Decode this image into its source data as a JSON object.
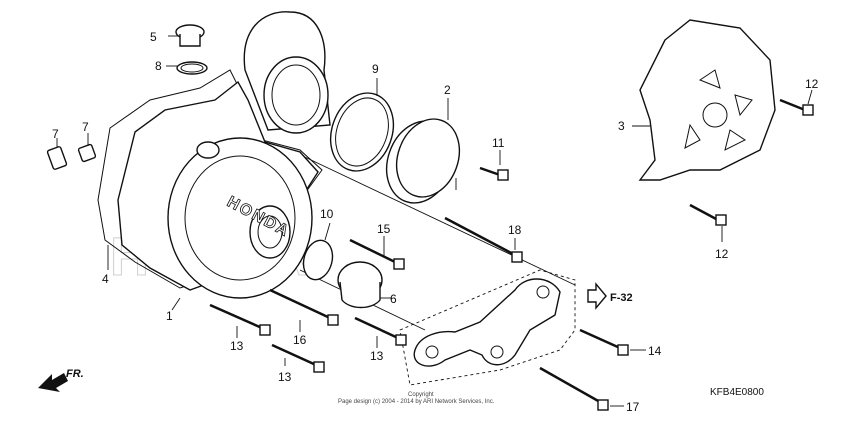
{
  "labels": {
    "p1": "1",
    "p2": "2",
    "p3": "3",
    "p4": "4",
    "p5": "5",
    "p6": "6",
    "p7a": "7",
    "p7b": "7",
    "p8": "8",
    "p9": "9",
    "p10": "10",
    "p11": "11",
    "p12a": "12",
    "p12b": "12",
    "p13a": "13",
    "p13b": "13",
    "p13c": "13",
    "p14": "14",
    "p15": "15",
    "p16": "16",
    "p17": "17",
    "p18": "18"
  },
  "brand_text": "HONDA",
  "ref_label": "F-32",
  "front_label": "FR.",
  "diagram_code": "KFB4E0800",
  "copyright_line1": "Copyright",
  "copyright_line2": "Page design (c) 2004 - 2014 by ARI Network Services, Inc."
}
